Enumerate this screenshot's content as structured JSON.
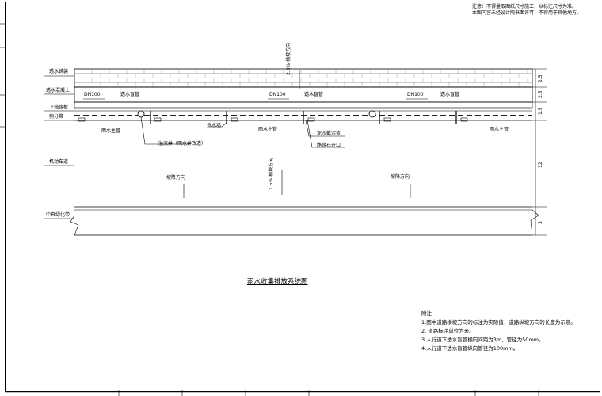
{
  "note_top": {
    "line1": "注意：不得量取图纸尺寸施工，以标注尺寸为准。",
    "line2": "本图内容未经设计院书面许可，不得用于其他地方。"
  },
  "layers": {
    "surface": "透水铺装",
    "concrete": "透水混凝土",
    "curb": "下挡缘板",
    "side_strip": "侧分带",
    "motor_lane": "机动车道",
    "median": "中央绿化带"
  },
  "labels": {
    "dn100_a": "DN100",
    "dn100_b": "DN100",
    "dn100_c": "DN100",
    "blind_pipe_a": "透水盲管",
    "blind_pipe_b": "透水盲管",
    "blind_pipe_c": "透水盲管",
    "main_pipe_a": "雨水主管",
    "main_pipe_b": "雨水主管",
    "main_pipe_c": "雨水主管",
    "wall": "挡水墙",
    "inlet_well": "溢流井（雨水井改造）",
    "sand_barrier": "泥沙截污篮",
    "curb_opening": "路缘石开口",
    "slope_dir_a": "坡降方向",
    "slope_dir_b": "坡降方向",
    "slope_a": "2.0%",
    "slope_a_dir": "横坡方向",
    "slope_b": "1.5%",
    "slope_b_dir": "横坡方向"
  },
  "dimensions": {
    "d1": "2.5",
    "d2": "2.5",
    "d3": "1.5",
    "d4": "12",
    "d5": "3"
  },
  "title": "雨水收集排放系统图",
  "legend": {
    "head": "附注",
    "items": [
      "1.图中道路横坡方向的标注为实际值，道路纵坡方向的长度为示意。",
      "2. 道路标注单位为米。",
      "3.人行道下透水盲管横向间距为3m，管径为50mm。",
      "4.人行道下透水盲管纵向管径为100mm。"
    ]
  }
}
